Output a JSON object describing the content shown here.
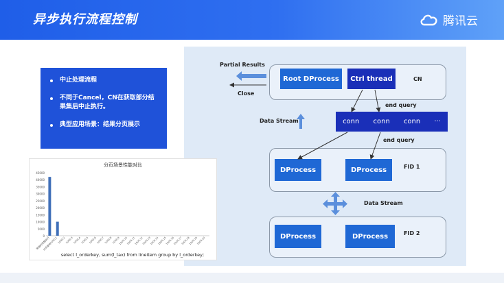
{
  "header": {
    "title": "异步执行流程控制",
    "brand": "腾讯云"
  },
  "bullets": [
    "中止处理流程",
    "不同于Cancel，CN在获取部分结果集后中止执行。",
    "典型应用场景：结果分页展示"
  ],
  "diagram": {
    "partial_results": "Partial Results",
    "close": "Close",
    "root_dprocess": "Root DProcess",
    "ctrl_thread": "Ctrl thread",
    "cn": "CN",
    "end_query_1": "end query",
    "data_stream_1": "Data Stream",
    "conns": [
      "conn",
      "conn",
      "conn",
      "···"
    ],
    "end_query_2": "end query",
    "dprocess": "DProcess",
    "fid1": "FID 1",
    "data_stream_2": "Data Stream",
    "fid2": "FID 2"
  },
  "chart_data": {
    "type": "bar",
    "title": "分页场景性能对比",
    "caption": "select l_orderkey,  sum(l_tax) from  lineitem group  by l_orderkey;",
    "ylim": [
      0,
      45000
    ],
    "yticks": [
      "45000",
      "40000",
      "35000",
      "30000",
      "25000",
      "20000",
      "15000",
      "10000",
      "5000",
      "0"
    ],
    "categories": [
      "带缩时完整执行",
      "分页查询1000,1",
      "1000,2",
      "1000,3",
      "1000,4",
      "1000,5",
      "1000,6",
      "1000,7",
      "1000,8",
      "1000,9",
      "1000,10",
      "1000,11",
      "1000,12",
      "1000,13",
      "1000,14",
      "1000,15",
      "1000,16",
      "1000,17",
      "1000,18",
      "1000,19",
      "1000,20"
    ],
    "values": [
      42000,
      10000,
      0,
      0,
      0,
      0,
      0,
      0,
      0,
      0,
      0,
      0,
      0,
      0,
      0,
      0,
      0,
      0,
      0,
      0,
      0
    ],
    "bar_color": "#3f6fb8"
  }
}
